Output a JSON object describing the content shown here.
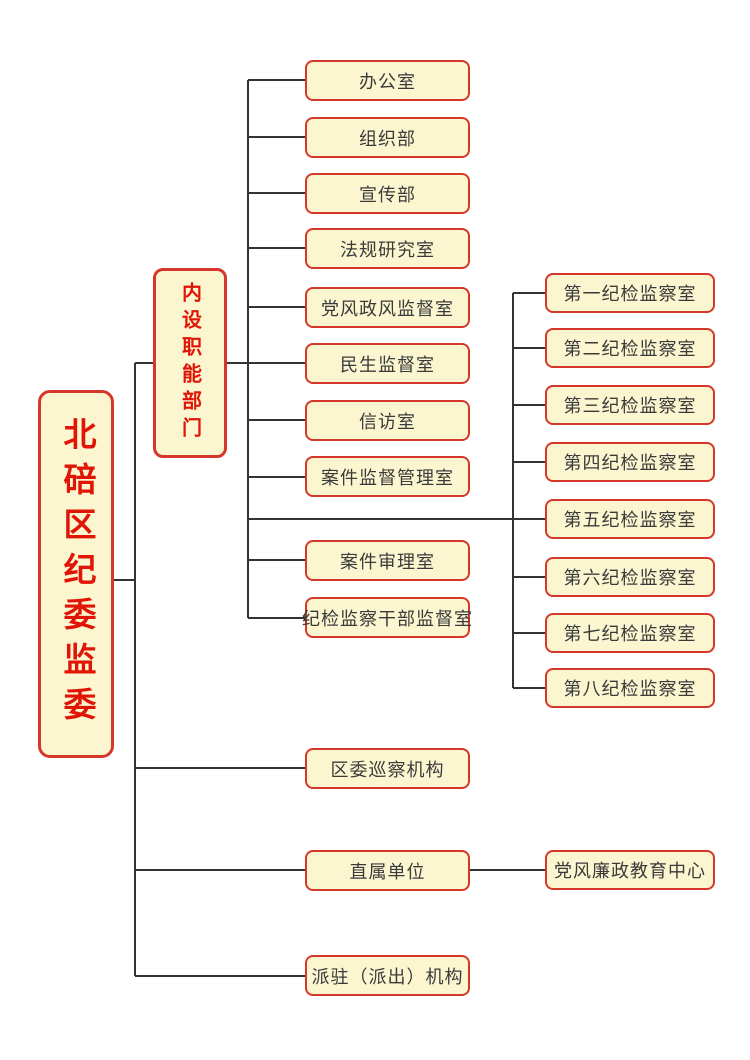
{
  "colors": {
    "box_fill": "#fbf6d0",
    "box_border": "#d5372b",
    "red_text": "#e01506",
    "node_text": "#3a3a3a",
    "line": "#333333",
    "page_bg": "#ffffff"
  },
  "org": {
    "root_label": "北碚区纪委监委",
    "internal": {
      "group_label": "内设职能部门",
      "departments": [
        "办公室",
        "组织部",
        "宣传部",
        "法规研究室",
        "党风政风监督室",
        "民生监督室",
        "信访室",
        "案件监督管理室",
        "案件审理室",
        "纪检监察干部监督室"
      ]
    },
    "discipline_inspection_offices": [
      "第一纪检监察室",
      "第二纪检监察室",
      "第三纪检监察室",
      "第四纪检监察室",
      "第五纪检监察室",
      "第六纪检监察室",
      "第七纪检监察室",
      "第八纪检监察室"
    ],
    "inspection_agency_label": "区委巡察机构",
    "direct_units": {
      "label": "直属单位",
      "children": [
        "党风廉政教育中心"
      ]
    },
    "dispatched_agency_label": "派驻（派出）机构"
  }
}
